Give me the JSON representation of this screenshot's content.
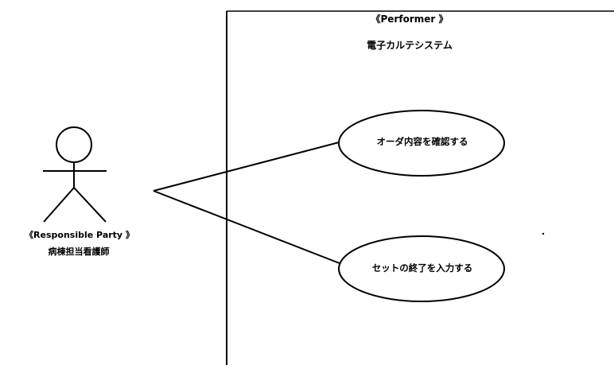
{
  "system": {
    "stereotype": "《Performer 》",
    "name": "電子カルテシステム"
  },
  "actor": {
    "stereotype": "《Responsible Party 》",
    "name": "病棟担当看護師"
  },
  "use_cases": [
    {
      "label": "オーダ内容を確認する"
    },
    {
      "label": "セットの終了を入力する"
    }
  ]
}
